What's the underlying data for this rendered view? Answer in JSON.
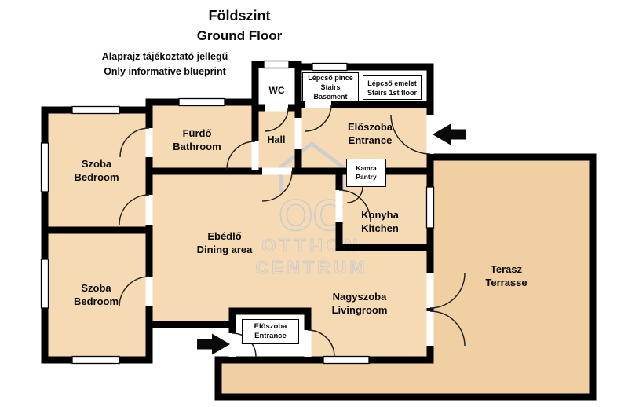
{
  "title": {
    "line1": "Földszint",
    "line2": "Ground Floor"
  },
  "disclaimer": {
    "line1": "Alaprajz tájékoztató jellegű",
    "line2": "Only informative blueprint"
  },
  "rooms": {
    "wc": {
      "label": "WC"
    },
    "stairs_basement": {
      "hu": "Lépcső pince",
      "en": "Stairs Basement"
    },
    "stairs_first_floor": {
      "hu": "Lépcső emelet",
      "en": "Stairs 1st floor"
    },
    "entrance_top": {
      "hu": "Előszoba",
      "en": "Entrance"
    },
    "bathroom": {
      "hu": "Fürdő",
      "en": "Bathroom"
    },
    "hall": {
      "label": "Hall"
    },
    "bedroom_top": {
      "hu": "Szoba",
      "en": "Bedroom"
    },
    "pantry": {
      "hu": "Kamra",
      "en": "Pantry"
    },
    "kitchen": {
      "hu": "Konyha",
      "en": "Kitchen"
    },
    "dining": {
      "hu": "Ebédlő",
      "en": "Dining area"
    },
    "bedroom_bottom": {
      "hu": "Szoba",
      "en": "Bedroom"
    },
    "livingroom": {
      "hu": "Nagyszoba",
      "en": "Livingroom"
    },
    "entrance_bottom": {
      "hu": "Előszoba",
      "en": "Entrance"
    },
    "terrace": {
      "hu": "Terasz",
      "en": "Terrasse"
    }
  },
  "watermark": {
    "logo": "OC",
    "line1": "OTTHON",
    "line2": "CENTRUM"
  },
  "colors": {
    "wall": "#000000",
    "room_fill": "#f6dab4",
    "terrace_fill": "#f0cfa2",
    "label_box_bg": "#ffffff",
    "watermark": "#cecece",
    "background": "#ffffff"
  }
}
